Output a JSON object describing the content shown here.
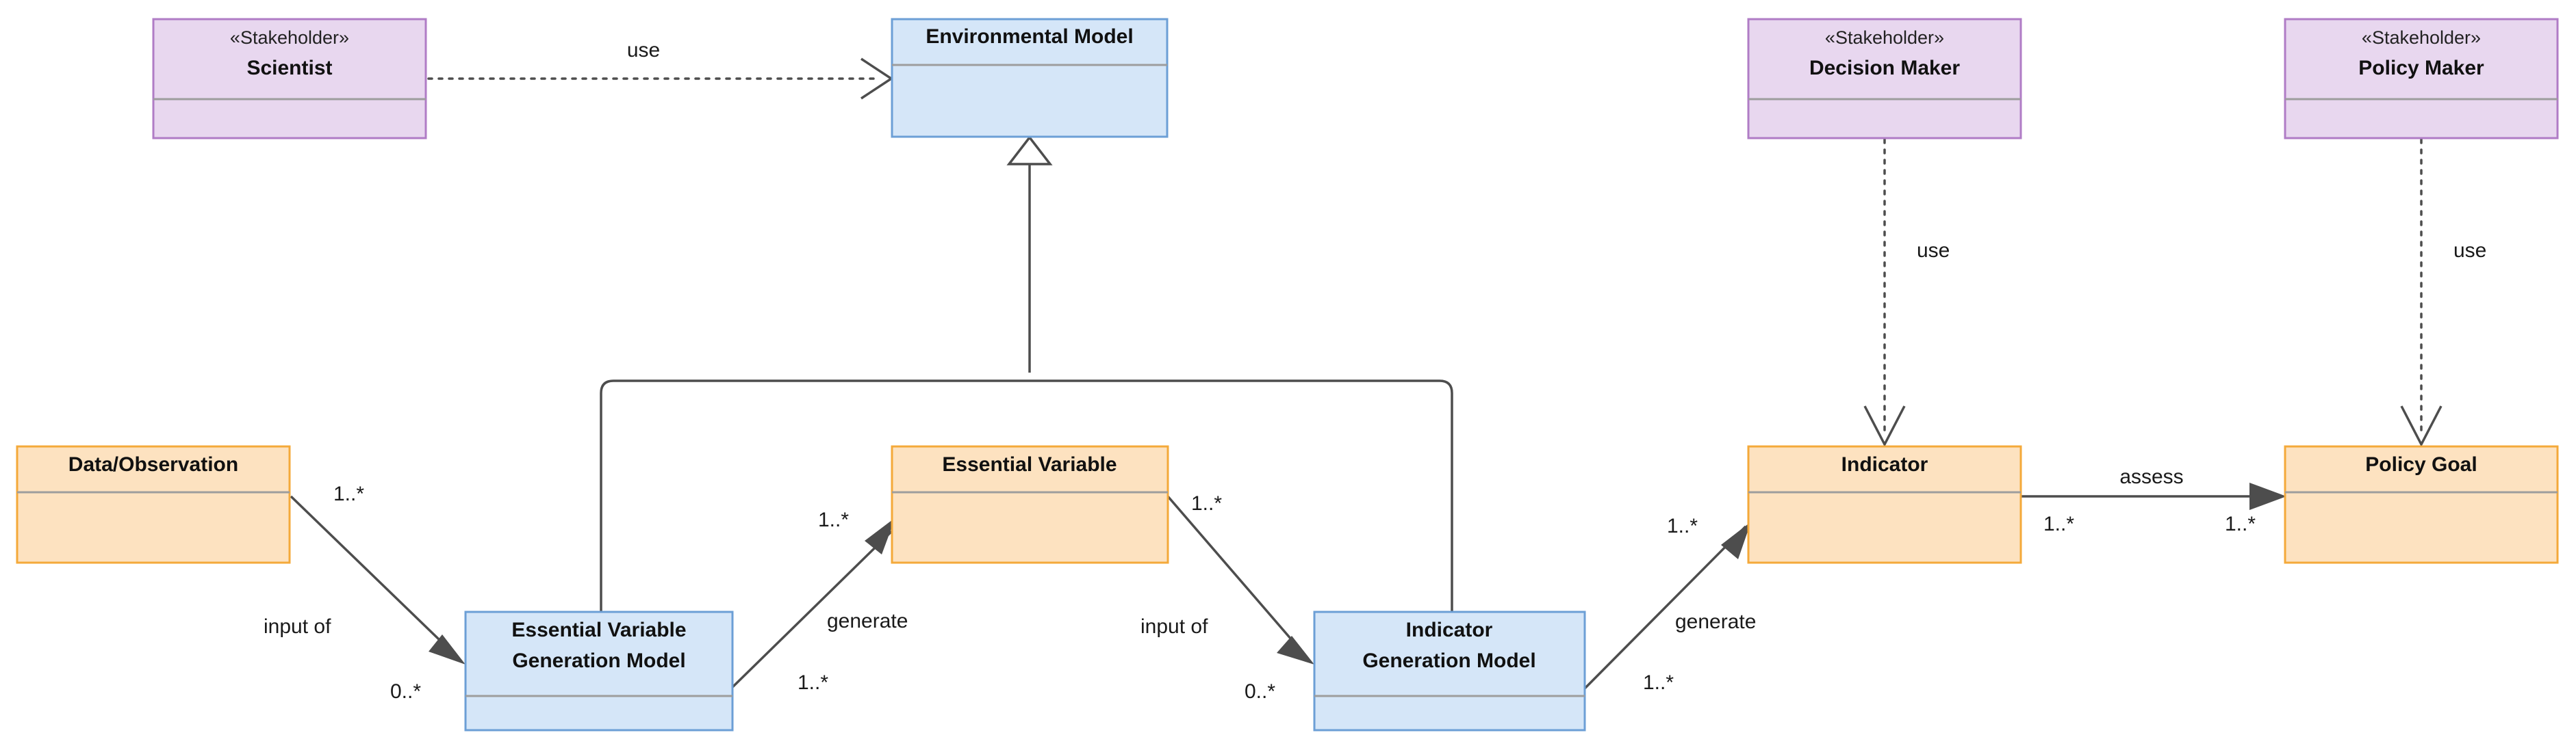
{
  "diagram": {
    "kind": "uml-class-diagram",
    "background": "#ffffff",
    "palette": {
      "stakeholder_fill": "#e8d7ef",
      "stakeholder_stroke": "#b07cc6",
      "model_fill": "#d5e6f8",
      "model_stroke": "#6c9fd6",
      "artifact_fill": "#fde2c0",
      "artifact_stroke": "#f4a93a",
      "line": "#4d4d4d",
      "divider": "#9d9d9d",
      "text": "#111111"
    }
  },
  "nodes": {
    "scientist": {
      "stereotype": "«Stakeholder»",
      "name": "Scientist",
      "kind": "stakeholder"
    },
    "decision_maker": {
      "stereotype": "«Stakeholder»",
      "name": "Decision Maker",
      "kind": "stakeholder"
    },
    "policy_maker": {
      "stereotype": "«Stakeholder»",
      "name": "Policy Maker",
      "kind": "stakeholder"
    },
    "environmental_model": {
      "name": "Environmental Model",
      "kind": "model"
    },
    "ev_generation_model": {
      "name_line1": "Essential Variable",
      "name_line2": "Generation Model",
      "kind": "model"
    },
    "indicator_generation_model": {
      "name_line1": "Indicator",
      "name_line2": "Generation Model",
      "kind": "model"
    },
    "data_observation": {
      "name": "Data/Observation",
      "kind": "artifact"
    },
    "essential_variable": {
      "name": "Essential Variable",
      "kind": "artifact"
    },
    "indicator": {
      "name": "Indicator",
      "kind": "artifact"
    },
    "policy_goal": {
      "name": "Policy Goal",
      "kind": "artifact"
    }
  },
  "edges": {
    "scientist_use": {
      "label": "use",
      "type": "dependency",
      "from": "scientist",
      "to": "environmental_model"
    },
    "decision_maker_use": {
      "label": "use",
      "type": "dependency",
      "from": "decision_maker",
      "to": "indicator"
    },
    "policy_maker_use": {
      "label": "use",
      "type": "dependency",
      "from": "policy_maker",
      "to": "policy_goal"
    },
    "generalization": {
      "label": "",
      "type": "generalization",
      "from": [
        "ev_generation_model",
        "indicator_generation_model"
      ],
      "to": "environmental_model"
    },
    "data_input_of_evgm": {
      "label": "input of",
      "type": "association",
      "from": "data_observation",
      "to": "ev_generation_model",
      "source_multiplicity": "1..*",
      "target_multiplicity": "0..*"
    },
    "evgm_generate_ev": {
      "label": "generate",
      "type": "association",
      "from": "ev_generation_model",
      "to": "essential_variable",
      "source_multiplicity": "1..*",
      "target_multiplicity": "1..*"
    },
    "ev_input_of_igm": {
      "label": "input of",
      "type": "association",
      "from": "essential_variable",
      "to": "indicator_generation_model",
      "source_multiplicity": "1..*",
      "target_multiplicity": "0..*"
    },
    "igm_generate_indicator": {
      "label": "generate",
      "type": "association",
      "from": "indicator_generation_model",
      "to": "indicator",
      "source_multiplicity": "1..*",
      "target_multiplicity": "1..*"
    },
    "indicator_assess_goal": {
      "label": "assess",
      "type": "association",
      "from": "indicator",
      "to": "policy_goal",
      "source_multiplicity": "1..*",
      "target_multiplicity": "1..*"
    }
  }
}
